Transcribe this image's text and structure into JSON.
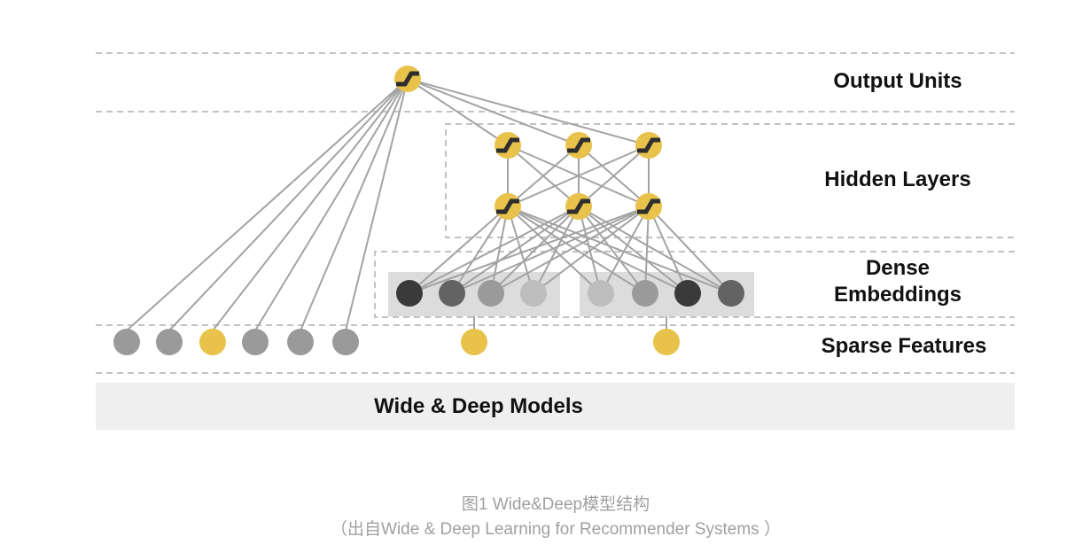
{
  "layers": {
    "output_units": "Output Units",
    "hidden_layers": "Hidden Layers",
    "dense_embeddings_line1": "Dense",
    "dense_embeddings_line2": "Embeddings",
    "sparse_features": "Sparse Features"
  },
  "banner": {
    "title": "Wide & Deep Models"
  },
  "caption": {
    "line1": "图1 Wide&Deep模型结构",
    "line2": "（出自Wide & Deep Learning for Recommender Systems ）"
  },
  "colors": {
    "yellow": "#e8c24a",
    "dark": "#3a3a3a",
    "mid": "#636363",
    "gray": "#9a9a9a",
    "light": "#bdbdbd",
    "edge": "#a3a3a3",
    "dash": "#c2c2c2",
    "panel": "#dcdcdc",
    "banner": "#efefef"
  },
  "nodes": {
    "sparse_wide_colors": [
      "gray",
      "gray",
      "yellow",
      "gray",
      "gray",
      "gray"
    ],
    "sparse_deep_colors": [
      "yellow",
      "yellow"
    ],
    "embedding_left_colors": [
      "dark",
      "mid",
      "gray",
      "light"
    ],
    "embedding_right_colors": [
      "light",
      "gray",
      "dark",
      "mid"
    ],
    "activation_icon": "sigmoid-activation-icon"
  }
}
